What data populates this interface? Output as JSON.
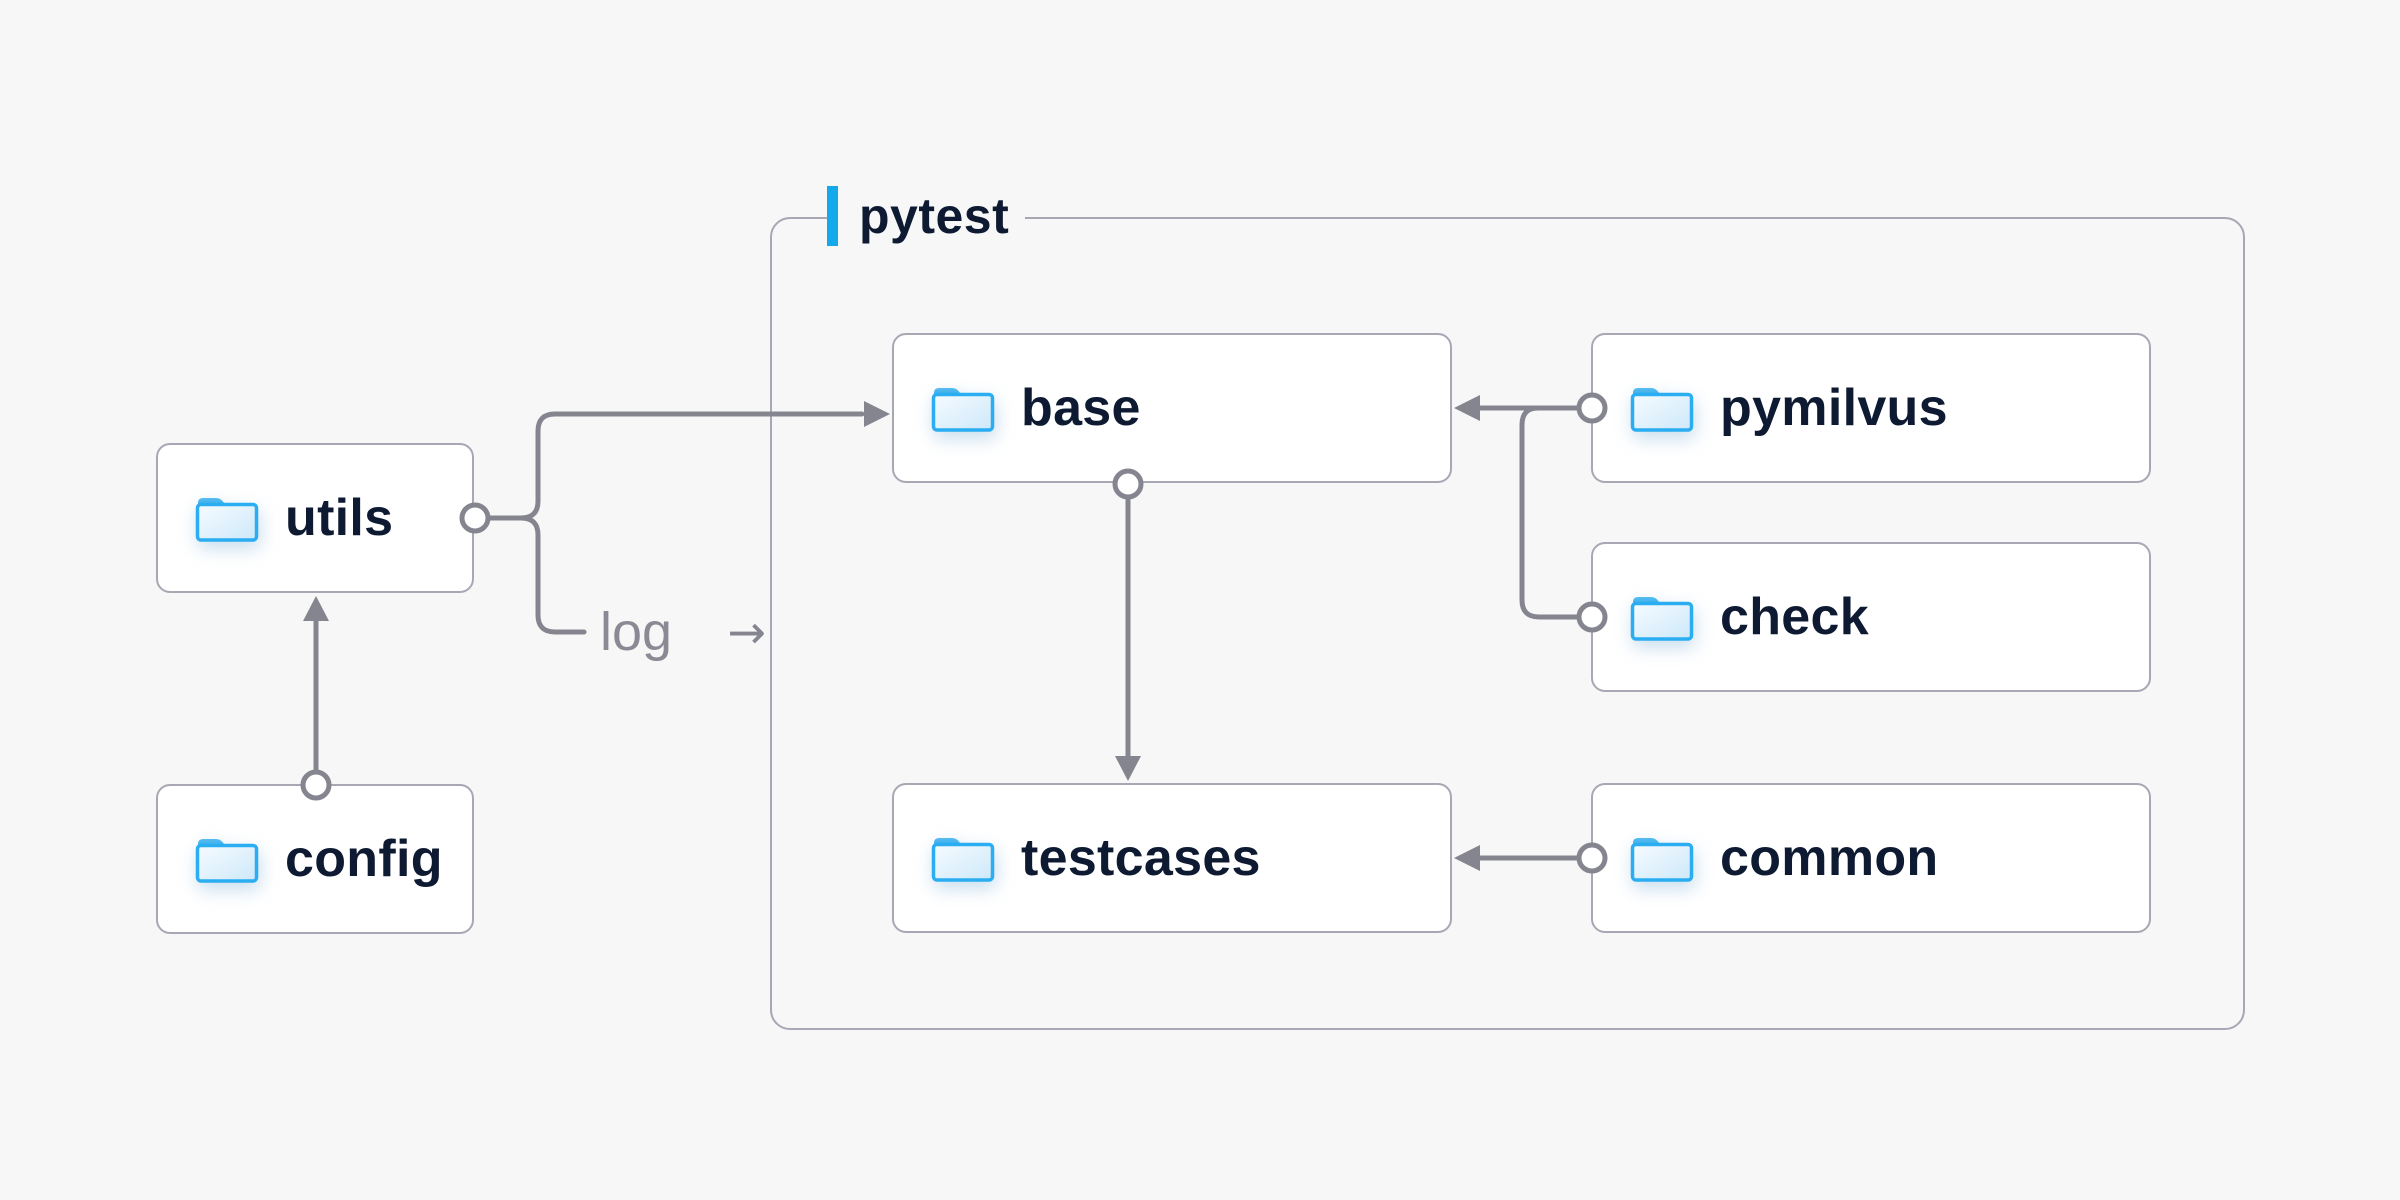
{
  "diagram": {
    "title_group": {
      "label": "pytest",
      "accent_color": "#14a9eb"
    },
    "nodes": [
      {
        "id": "utils",
        "label": "utils",
        "icon": "folder-icon",
        "inside_group": false
      },
      {
        "id": "config",
        "label": "config",
        "icon": "folder-icon",
        "inside_group": false
      },
      {
        "id": "base",
        "label": "base",
        "icon": "folder-icon",
        "inside_group": true
      },
      {
        "id": "pymilvus",
        "label": "pymilvus",
        "icon": "folder-icon",
        "inside_group": true
      },
      {
        "id": "check",
        "label": "check",
        "icon": "folder-icon",
        "inside_group": true
      },
      {
        "id": "testcases",
        "label": "testcases",
        "icon": "folder-icon",
        "inside_group": true
      },
      {
        "id": "common",
        "label": "common",
        "icon": "folder-icon",
        "inside_group": true
      }
    ],
    "edges": [
      {
        "from": "config",
        "to": "utils",
        "style": "circle-source arrow-target"
      },
      {
        "from": "utils",
        "to": "base",
        "style": "circle-source arrow-target"
      },
      {
        "from": "utils",
        "to": "log",
        "style": "circle-source label-stub"
      },
      {
        "from": "pymilvus",
        "to": "base",
        "style": "circle-source arrow-target"
      },
      {
        "from": "check",
        "to": "base",
        "style": "circle-source arrow-target merges-with-pymilvus"
      },
      {
        "from": "base",
        "to": "testcases",
        "style": "circle-source arrow-target"
      },
      {
        "from": "common",
        "to": "testcases",
        "style": "circle-source arrow-target"
      }
    ],
    "edge_label": {
      "text": "log",
      "arrow": "→"
    },
    "colors": {
      "background": "#f7f7f8",
      "node_fill": "#ffffff",
      "node_border": "#a8a8b4",
      "node_text": "#0d1a31",
      "group_border": "#a8a8b4",
      "accent_blue": "#14a9eb",
      "connector_gray": "#85858f",
      "edge_label_gray": "#8a8a94",
      "folder_blue": "#2aadf1"
    }
  }
}
